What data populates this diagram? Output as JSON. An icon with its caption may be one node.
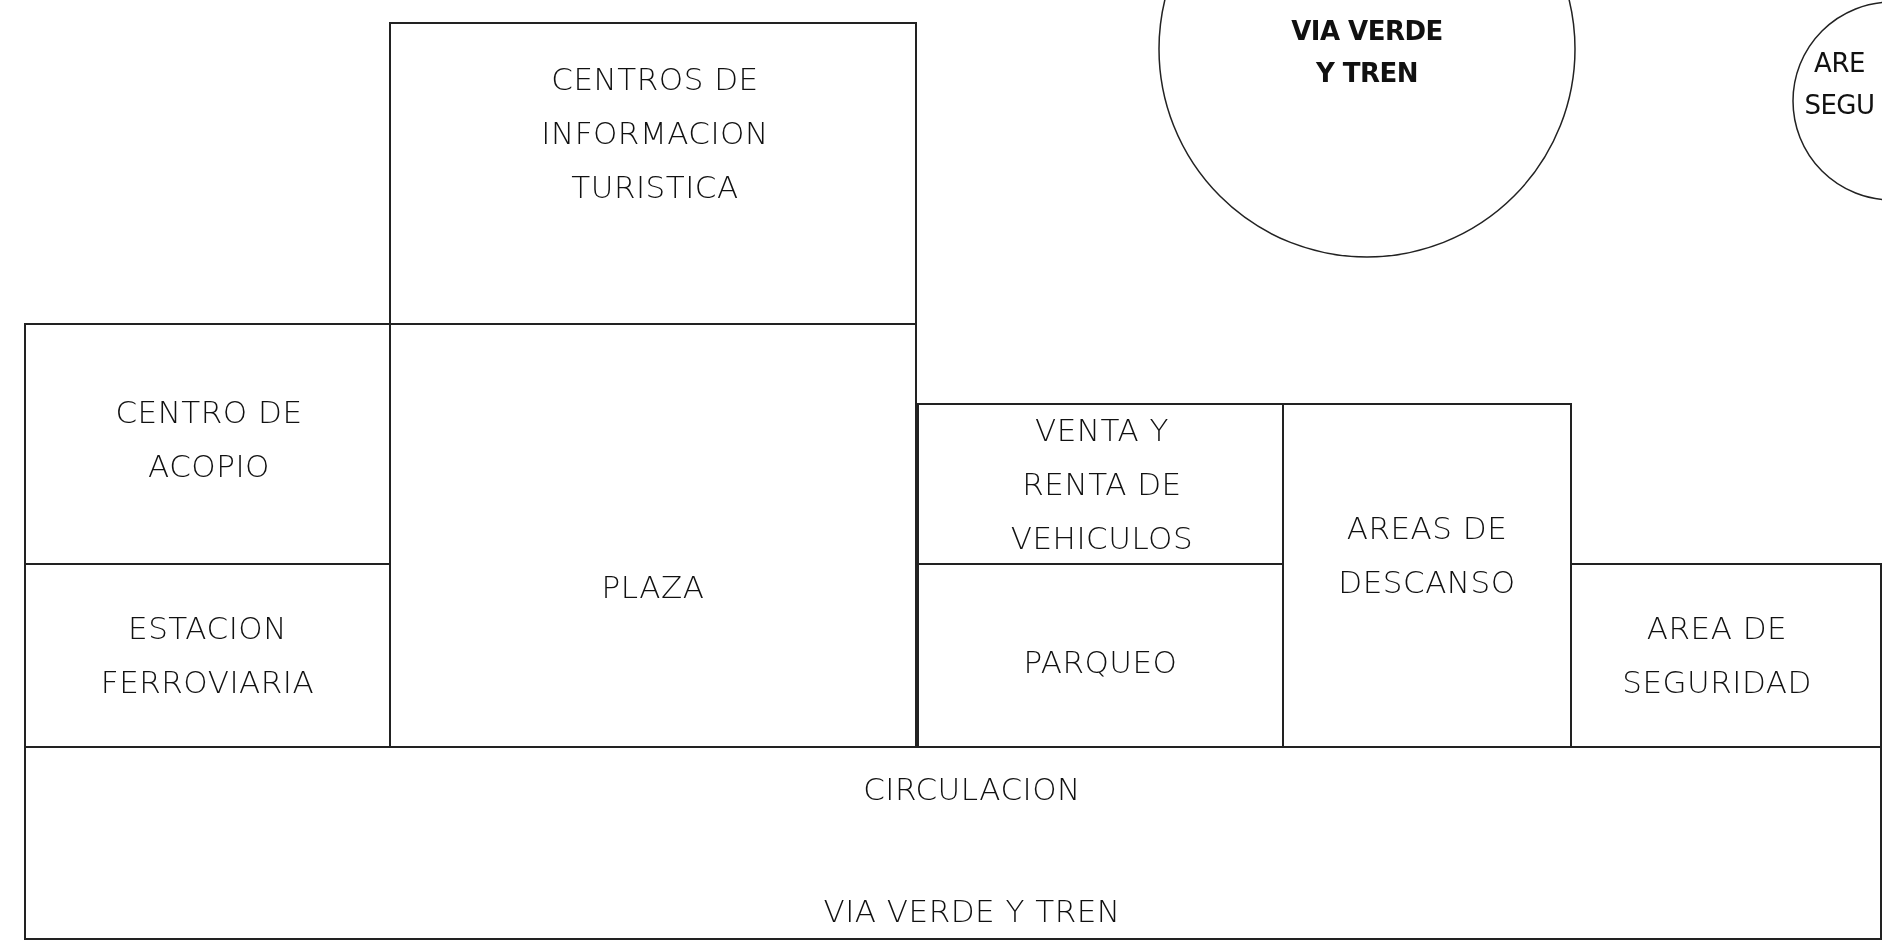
{
  "diagram": {
    "nodes": [
      {
        "text": [
          "VIA VERDE Y TREN"
        ]
      },
      {
        "text": [
          "ARE SEGU"
        ]
      },
      {
        "text": [
          "CENTROS DE INFORMACION TURISTICA"
        ]
      },
      {
        "text": [
          "CENTRO DE ACOPIO"
        ]
      },
      {
        "text": [
          "PLAZA"
        ]
      },
      {
        "text": [
          "VENTA Y RENTA DE VEHICULOS"
        ]
      },
      {
        "text": [
          "AREAS DE DESCANSO"
        ]
      },
      {
        "text": [
          "ESTACION FERROVIARIA"
        ]
      },
      {
        "text": [
          "PARQUEO"
        ]
      },
      {
        "text": [
          "AREA DE SEGURIDAD"
        ]
      },
      {
        "text": [
          "CIRCULACION",
          "VIA VERDE Y TREN"
        ]
      }
    ]
  }
}
